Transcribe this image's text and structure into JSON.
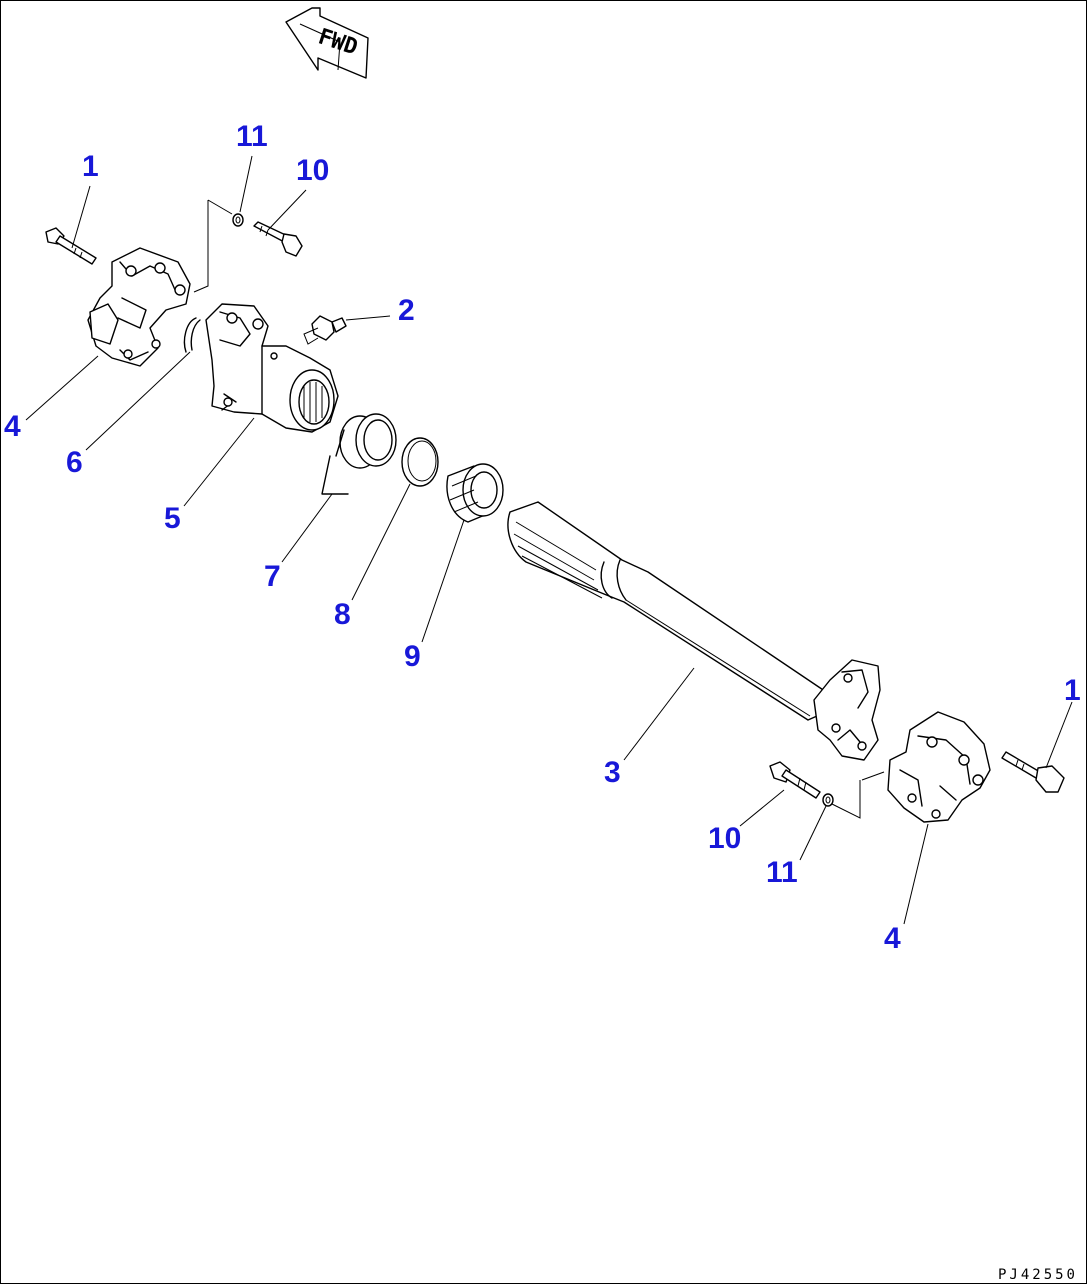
{
  "direction_marker": {
    "label": "FWD"
  },
  "callouts": [
    {
      "id": "c-1-left",
      "text": "1"
    },
    {
      "id": "c-11-top",
      "text": "11"
    },
    {
      "id": "c-10-top",
      "text": "10"
    },
    {
      "id": "c-2",
      "text": "2"
    },
    {
      "id": "c-4-left",
      "text": "4"
    },
    {
      "id": "c-6",
      "text": "6"
    },
    {
      "id": "c-5",
      "text": "5"
    },
    {
      "id": "c-7",
      "text": "7"
    },
    {
      "id": "c-8",
      "text": "8"
    },
    {
      "id": "c-9",
      "text": "9"
    },
    {
      "id": "c-3",
      "text": "3"
    },
    {
      "id": "c-1-right",
      "text": "1"
    },
    {
      "id": "c-10-bottom",
      "text": "10"
    },
    {
      "id": "c-11-bottom",
      "text": "11"
    },
    {
      "id": "c-4-right",
      "text": "4"
    }
  ],
  "drawing_code": "PJ42550",
  "colors": {
    "callout": "#1818d8",
    "line": "#000000",
    "background": "#ffffff"
  }
}
